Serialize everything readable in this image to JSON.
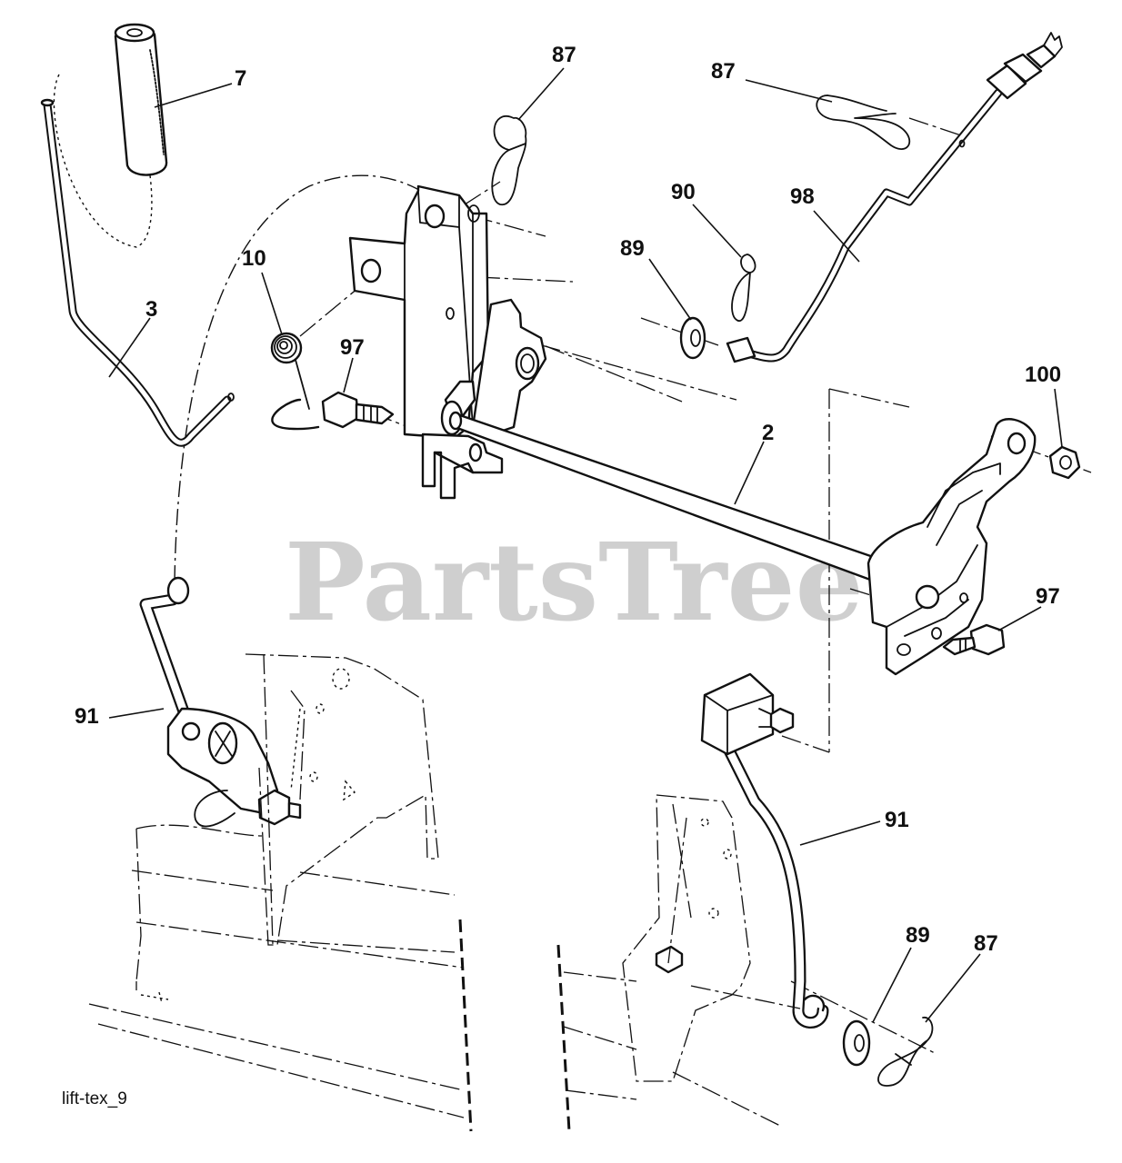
{
  "figure_id": "lift-tex_9",
  "watermark": "PartsTree",
  "watermark_mark": "™",
  "callouts": {
    "grip": "7",
    "lever": "3",
    "spring": "10",
    "bolt_upper": "97",
    "clip_top_center": "87",
    "clip_top_right": "87",
    "washer_upper": "89",
    "pin_upper": "90",
    "rod_upper": "98",
    "nut": "100",
    "shaft": "2",
    "bolt_lower": "97",
    "link_left": "91",
    "link_right": "91",
    "washer_lower": "89",
    "clip_lower": "87"
  }
}
